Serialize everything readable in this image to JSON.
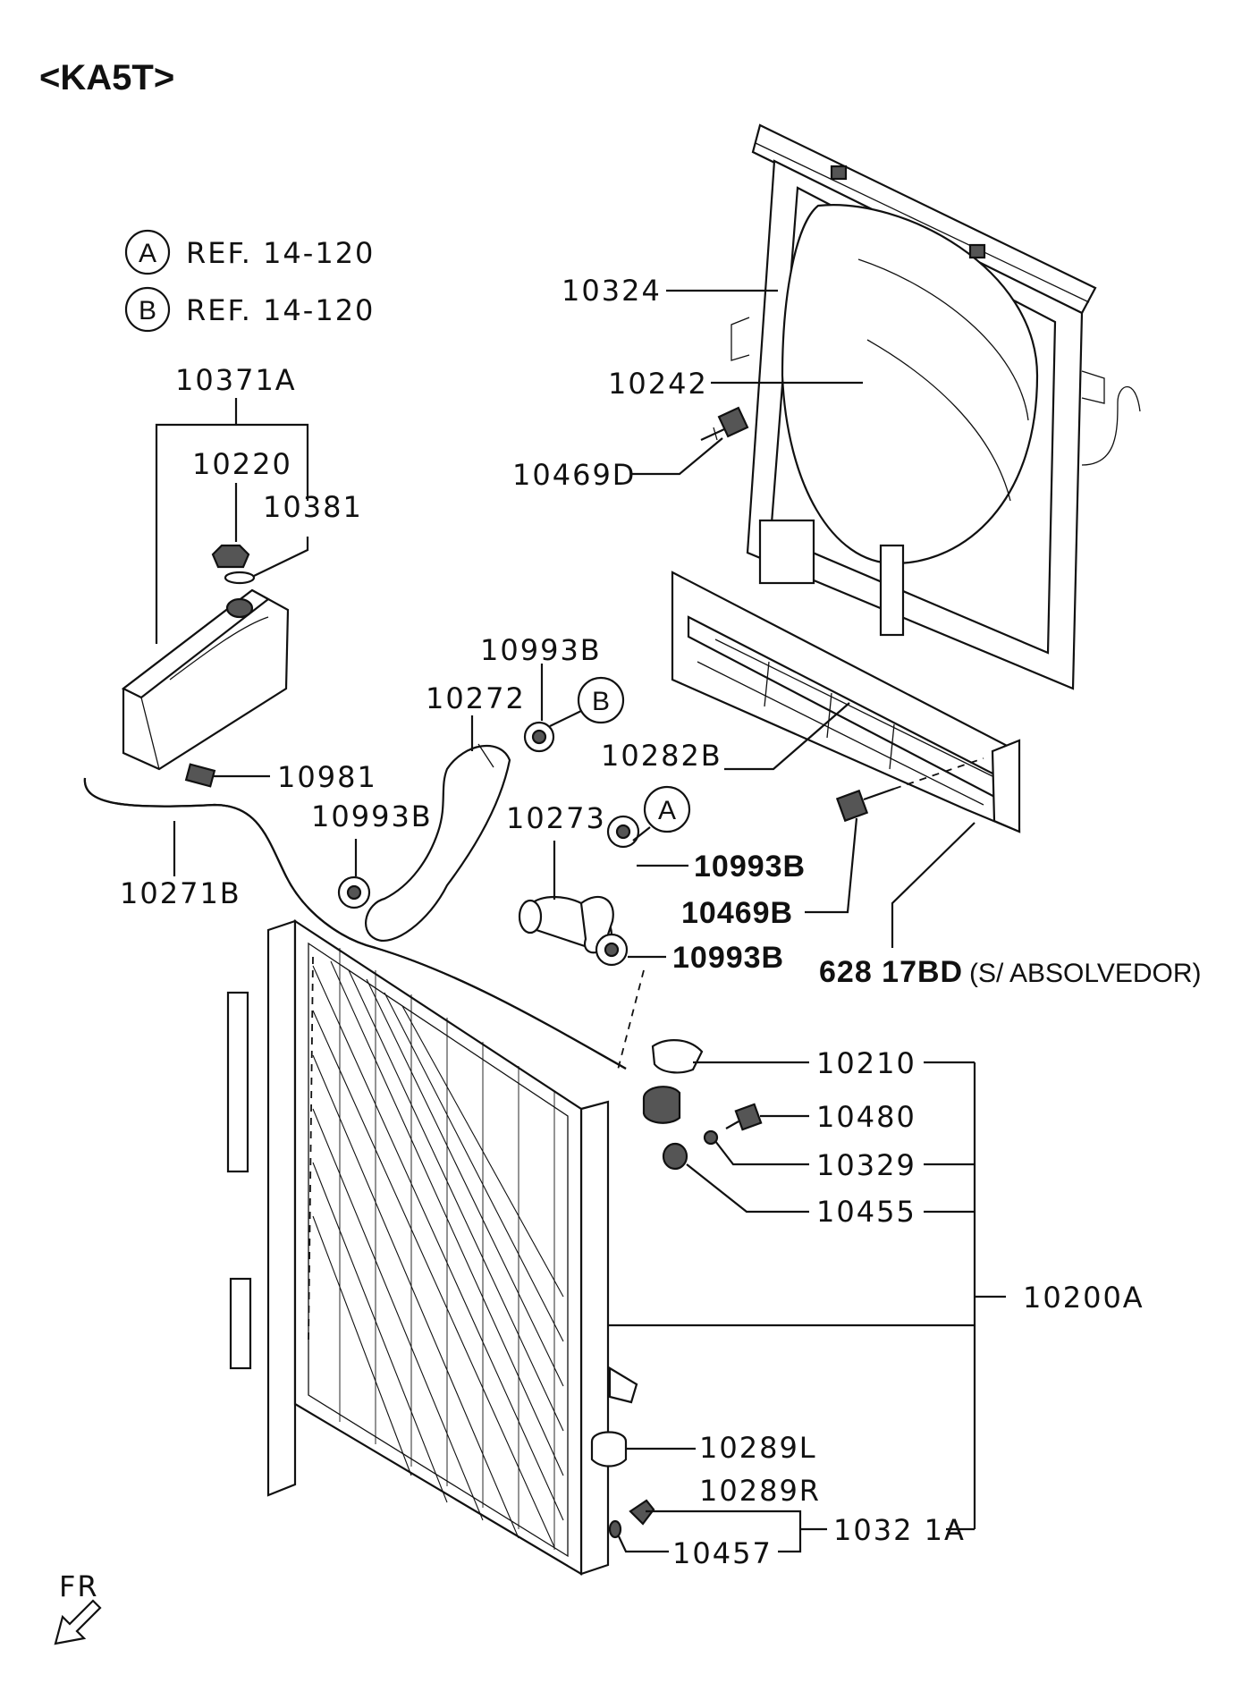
{
  "model_code": "<KA5T>",
  "references": [
    {
      "letter": "A",
      "text": "REF. 14-120"
    },
    {
      "letter": "B",
      "text": "REF. 14-120"
    }
  ],
  "callout_markers": {
    "a": "A",
    "b": "B"
  },
  "part_labels": {
    "p10324": "10324",
    "p10242": "10242",
    "p10469D": "10469D",
    "p10371A": "10371A",
    "p10220": "10220",
    "p10381": "10381",
    "p10993B_top": "10993B",
    "p10272": "10272",
    "p10282B": "10282B",
    "p10981": "10981",
    "p10993B_left": "10993B",
    "p10273": "10273",
    "p10993B_right": "10993B",
    "p10469B": "10469B",
    "p10271B": "10271B",
    "p10993B_lower": "10993B",
    "p6281BD": "628 17BD",
    "p6281BD_note": "(S/ ABSOLVEDOR)",
    "p10210": "10210",
    "p10480": "10480",
    "p10329": "10329",
    "p10455": "10455",
    "p10200A": "10200A",
    "p10289L": "10289L",
    "p10289R": "10289R",
    "p10321A": "1032 1A",
    "p10457": "10457"
  },
  "direction_indicator": "FR"
}
